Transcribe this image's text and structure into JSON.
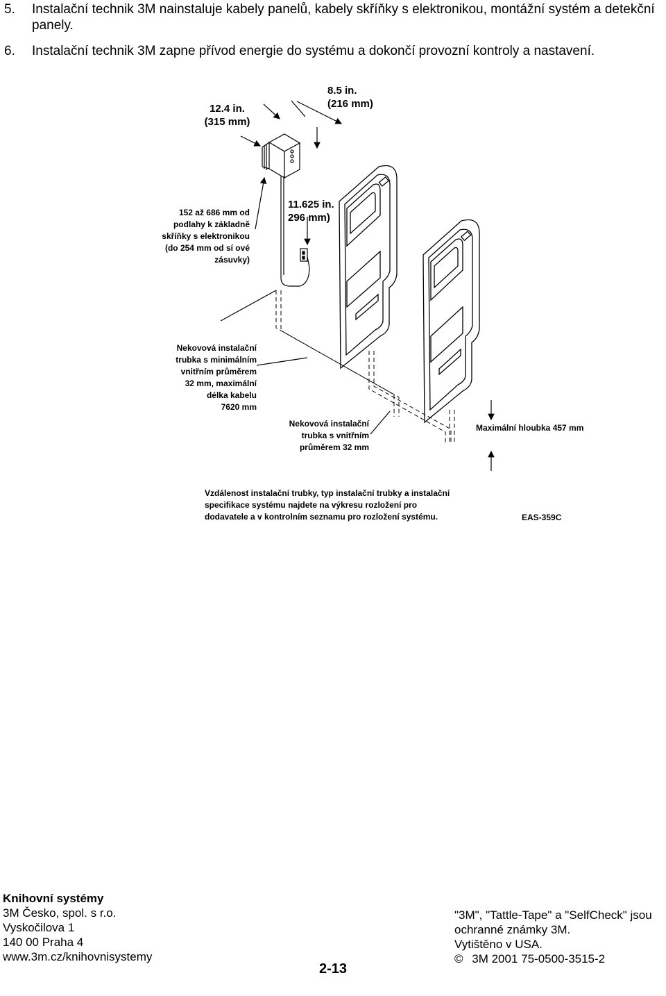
{
  "steps": [
    {
      "num": "5.",
      "text": "Instalační technik 3M nainstaluje kabely panelů, kabely skříňky s elektronikou, montážní systém a detekční panely."
    },
    {
      "num": "6.",
      "text": "Instalační technik 3M zapne přívod energie do systému a dokončí provozní kontroly a nastavení."
    }
  ],
  "diagram": {
    "dim_width_1": "12.4 in.",
    "dim_width_2": "(315 mm)",
    "dim_depth_1": "8.5 in.",
    "dim_depth_2": "(216 mm)",
    "dim_height_1": "11.625 in.",
    "dim_height_2": "296 mm)",
    "height_label": [
      "152 až 686 mm od",
      "podlahy k základně",
      "skříňky s elektronikou",
      "(do 254 mm od sí ové",
      "zásuvky)"
    ],
    "conduit_1": [
      "Nekovová instalační",
      "trubka s minimálním",
      "vnitřním průměrem",
      "32 mm, maximální",
      "délka kabelu",
      "7620 mm"
    ],
    "conduit_2": [
      "Nekovová instalační",
      "trubka s vnitřním",
      "průměrem 32 mm"
    ],
    "max_depth": "Maximální hloubka 457 mm",
    "note": [
      "Vzdálenost instalační trubky, typ instalační trubky a instalační",
      "specifikace systému najdete na výkresu rozložení pro",
      "dodavatele a v kontrolním seznamu pro rozložení systému."
    ],
    "figure_id": "EAS-359C"
  },
  "footer": {
    "company_title": "Knihovní systémy",
    "company_lines": [
      "3M Česko, spol. s r.o.",
      "Vyskočilova 1",
      "140 00 Praha 4",
      "www.3m.cz/knihovnisystemy"
    ],
    "trademark_lines": [
      "\"3M\", \"Tattle-Tape\" a \"SelfCheck\" jsou",
      "ochranné známky 3M.",
      "Vytištěno v USA."
    ],
    "copyright_symbol": "©",
    "copyright_text": "3M 2001 75-0500-3515-2",
    "page_number": "2-13"
  }
}
